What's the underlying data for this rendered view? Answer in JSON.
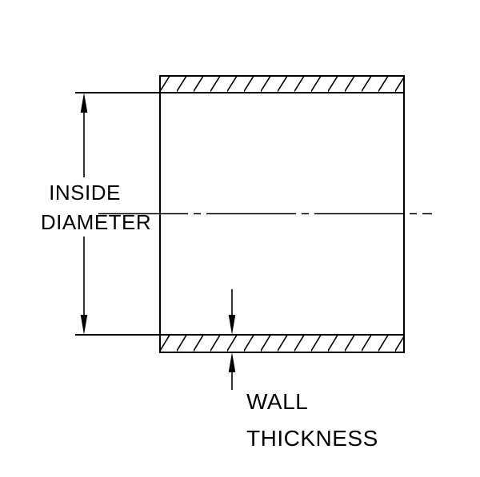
{
  "diagram": {
    "labels": {
      "inside": "INSIDE",
      "diameter": "DIAMETER",
      "wall": "WALL",
      "thickness": "THICKNESS"
    },
    "colors": {
      "line": "#000000",
      "background": "#ffffff",
      "text": "#000000"
    }
  }
}
